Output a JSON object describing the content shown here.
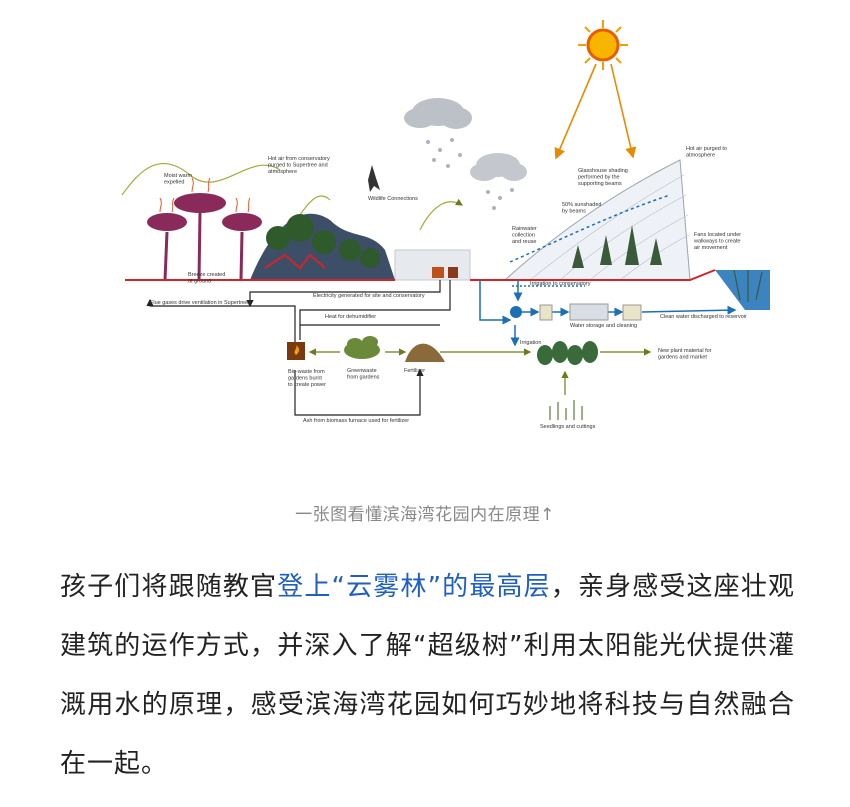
{
  "diagram": {
    "labels": {
      "moist_warm_air": [
        "Moist warm",
        "expelled"
      ],
      "hot_air_conservatory": [
        "Hot air from conservatory",
        "purged to Supertree and",
        "atmosphere"
      ],
      "wildlife": [
        "Wildlife Connections"
      ],
      "glasshouse_shading": [
        "Glasshouse shading",
        "performed by the",
        "supporting beams"
      ],
      "hot_air_purged": [
        "Hot air purged to",
        "atmosphere"
      ],
      "sunshade": [
        "50% sunshaded",
        "by beams"
      ],
      "rainwater": [
        "Rainwater",
        "collection",
        "and reuse"
      ],
      "fans": [
        "Fans located under",
        "walkways to create",
        "air movement"
      ],
      "breeze": [
        "Breeze created",
        "at ground"
      ],
      "flue_gases": [
        "Flue gases drive ventilation in Supertrees"
      ],
      "electricity": [
        "Electricity generated for site and conservatory"
      ],
      "irrigation_conservatory": [
        "Irrigation to conservatory"
      ],
      "water_storage": [
        "Water storage and cleaning"
      ],
      "clean_water": [
        "Clean water discharged to reservoir"
      ],
      "heat_dehumidifier": [
        "Heat for dehumidifier"
      ],
      "irrigation": [
        "Irrigation"
      ],
      "new_plant": [
        "New plant material for",
        "gardens and market"
      ],
      "biowaste": [
        "Bio-waste from",
        "gardens burnt",
        "to create power"
      ],
      "greenwaste": [
        "Greenwaste",
        "from gardens"
      ],
      "fertilizer": [
        "Fertilizer"
      ],
      "seedlings": [
        "Seedlings and cuttings"
      ],
      "ash": [
        "Ash from biomass furnace used for fertilizer"
      ]
    }
  },
  "caption": "一张图看懂滨海湾花园内在原理↑",
  "article": {
    "part1": "孩子们将跟随教官",
    "highlight": "登上“云雾林”的最高层",
    "part2": "，亲身感受这座壮观建筑的运作方式，并深入了解“超级树”利用太阳能光伏提供灌溉用水的原理，感受滨海湾花园如何巧妙地将科技与自然融合在一起。"
  },
  "colors": {
    "highlight": "#1f5fbf",
    "supertree": "#8a2a5a",
    "ground_red": "#d2232a",
    "water_blue": "#1a6fb5",
    "sun": "#f5a000",
    "growth_green": "#8a8f2a"
  }
}
